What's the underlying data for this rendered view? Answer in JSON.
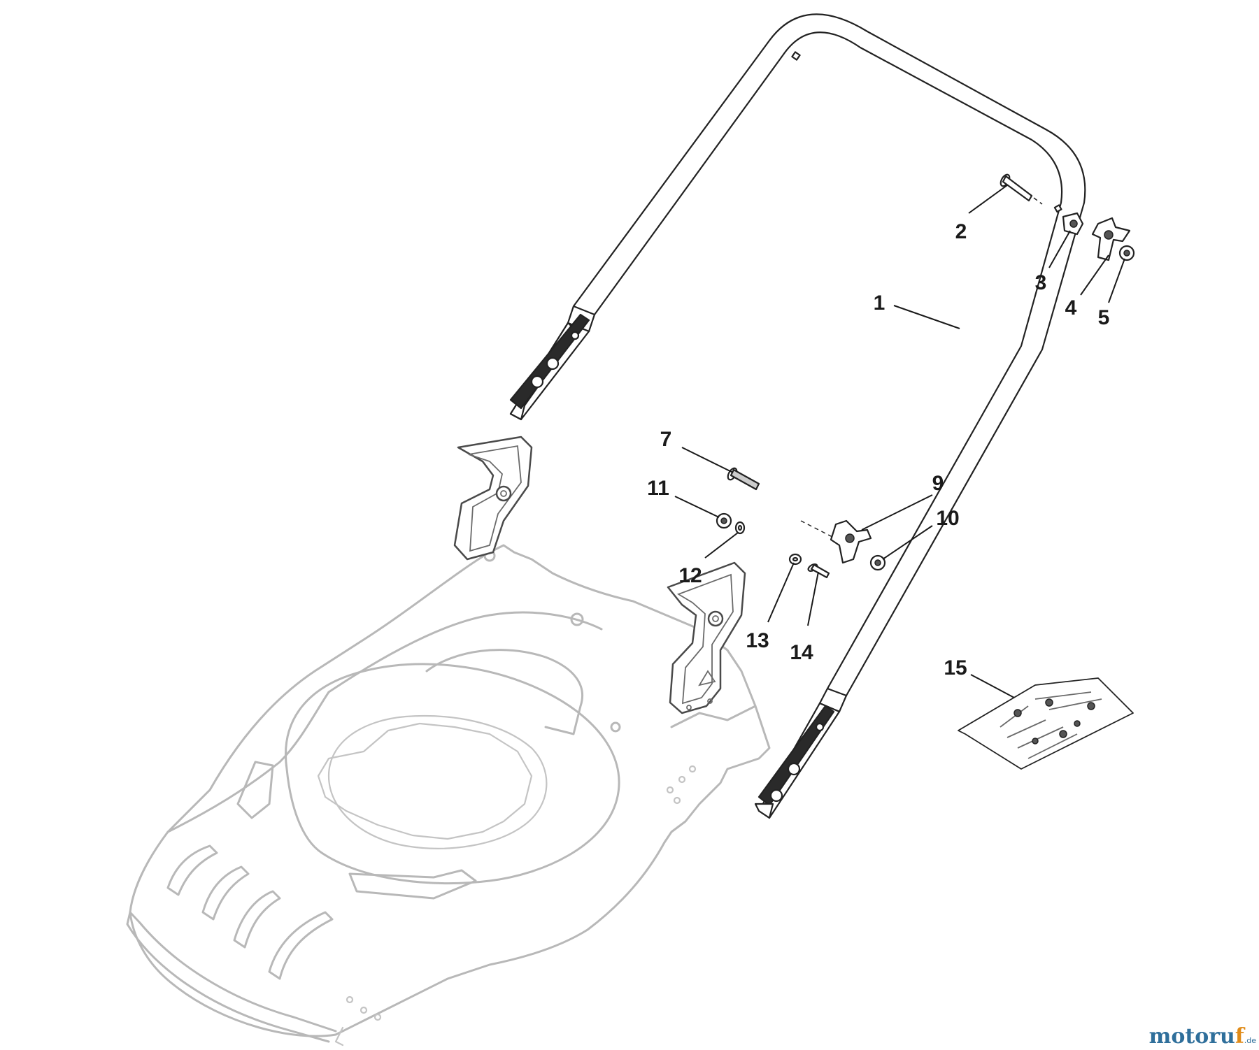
{
  "diagram": {
    "callouts": [
      {
        "id": "c1",
        "label": "1"
      },
      {
        "id": "c2",
        "label": "2"
      },
      {
        "id": "c3",
        "label": "3"
      },
      {
        "id": "c4",
        "label": "4"
      },
      {
        "id": "c5",
        "label": "5"
      },
      {
        "id": "c7",
        "label": "7"
      },
      {
        "id": "c9",
        "label": "9"
      },
      {
        "id": "c10",
        "label": "10"
      },
      {
        "id": "c11",
        "label": "11"
      },
      {
        "id": "c12",
        "label": "12"
      },
      {
        "id": "c13",
        "label": "13"
      },
      {
        "id": "c14",
        "label": "14"
      },
      {
        "id": "c15",
        "label": "15"
      }
    ]
  },
  "watermark": {
    "main": "motoru",
    "accent": "f",
    "tld": ".de"
  },
  "colors": {
    "deck_line": "#b8b8b8",
    "handle_line": "#222222",
    "brand_blue": "#2f6f9b",
    "brand_orange": "#e08b18"
  }
}
